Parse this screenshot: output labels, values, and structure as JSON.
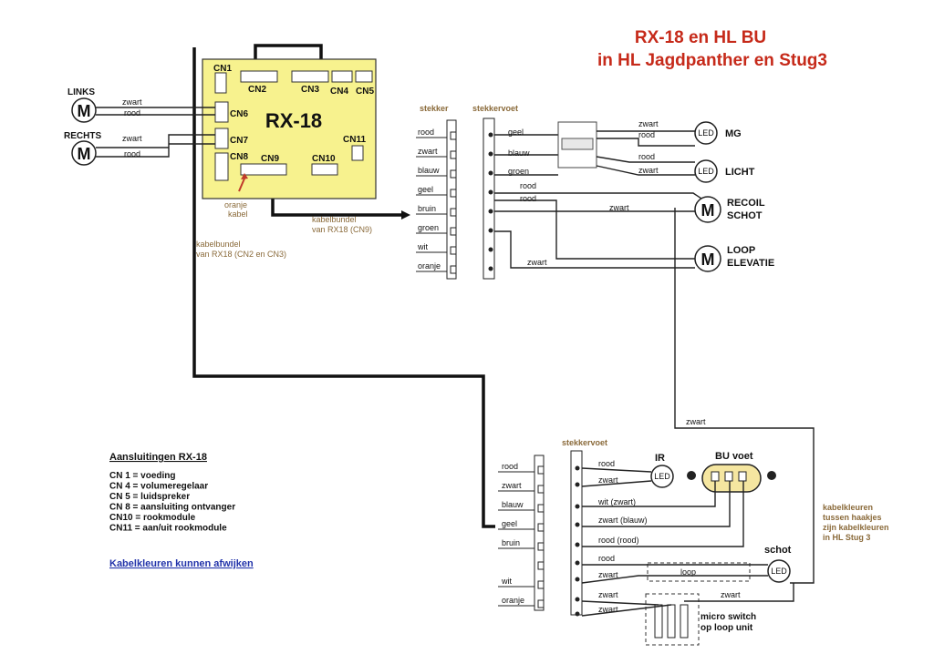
{
  "title": {
    "line1": "RX-18  en  HL BU",
    "line2": "in HL Jagdpanther en Stug3"
  },
  "board": {
    "name": "RX-18",
    "connectors": {
      "cn1": "CN1",
      "cn2": "CN2",
      "cn3": "CN3",
      "cn4": "CN4",
      "cn5": "CN5",
      "cn6": "CN6",
      "cn7": "CN7",
      "cn8": "CN8",
      "cn9": "CN9",
      "cn10": "CN10",
      "cn11": "CN11"
    }
  },
  "motors": {
    "left": {
      "label": "LINKS",
      "symbol": "M"
    },
    "right": {
      "label": "RECHTS",
      "symbol": "M"
    },
    "recoil": {
      "label1": "RECOIL",
      "label2": "SCHOT",
      "symbol": "M"
    },
    "loop": {
      "label1": "LOOP",
      "label2": "ELEVATIE",
      "symbol": "M"
    }
  },
  "wire_labels": {
    "links_top": "zwart",
    "links_bottom": "rood",
    "rechts_top": "zwart",
    "rechts_bottom": "rood",
    "mg_top": "zwart",
    "mg_bottom": "rood",
    "licht_top": "rood",
    "licht_bottom": "zwart",
    "recoil": "zwart",
    "loop": "zwart",
    "riser": "zwart",
    "geel": "geel",
    "blauw": "blauw",
    "groen": "groen",
    "rood1": "rood",
    "rood2": "rood",
    "zwart_low": "zwart"
  },
  "leds": {
    "mg": "MG",
    "licht": "LICHT",
    "ir": "IR",
    "schot": "schot",
    "symbol": "LED"
  },
  "notes": {
    "oranje_kabel_1": "oranje",
    "oranje_kabel_2": "kabel",
    "bundle_cn9_1": "kabelbundel",
    "bundle_cn9_2": "van RX18 (CN9)",
    "bundle_cn23_1": "kabelbundel",
    "bundle_cn23_2": "van RX18 (CN2 en CN3)",
    "stekker": "stekker",
    "stekkervoet": "stekkervoet",
    "stekkervoet2": "stekkervoet",
    "bu_voet": "BU voet",
    "loop": "loop",
    "micro1": "micro switch",
    "micro2": "op loop unit",
    "colors1": "kabelkleuren",
    "colors2": "tussen haakjes",
    "colors3": "zijn kabelkleuren",
    "colors4": "in HL Stug 3"
  },
  "plug_top": [
    "rood",
    "zwart",
    "blauw",
    "geel",
    "bruin",
    "groen",
    "wit",
    "oranje"
  ],
  "plug_bottom": [
    "rood",
    "zwart",
    "blauw",
    "geel",
    "bruin",
    "",
    "wit",
    "oranje"
  ],
  "base_bottom_labels": [
    "rood",
    "zwart",
    "wit (zwart)",
    "zwart (blauw)",
    "rood (rood)",
    "rood",
    "zwart",
    "zwart",
    "zwart"
  ],
  "legend": {
    "heading": "Aansluitingen RX-18",
    "items": [
      "CN  1 = voeding",
      "CN  4 = volumeregelaar",
      "CN  5 = luidspreker",
      "CN  8 = aansluiting ontvanger",
      "CN10 = rookmodule",
      "CN11 = aan/uit rookmodule"
    ],
    "warning": "Kabelkleuren kunnen afwijken"
  },
  "colors": {
    "board": "#f7f28e",
    "title": "#c62a1a",
    "brown_text": "#8a6a3a",
    "bu_voet": "#f5e6a0",
    "arrow_orange": "#c0392b",
    "link": "#2233aa"
  }
}
